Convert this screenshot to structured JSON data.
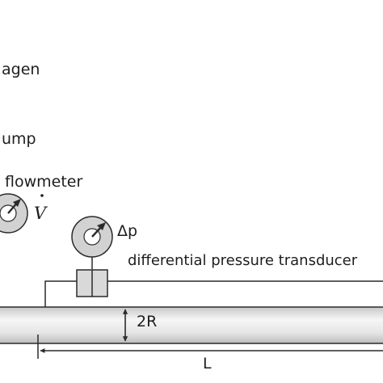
{
  "labels": {
    "collagen": "agen",
    "pump": "ump",
    "flowmeter": "flowmeter",
    "flow_rate_symbol": "V",
    "pressure_drop": "Δp",
    "transducer": "differential pressure transducer",
    "radius": "2R",
    "length": "L"
  },
  "colors": {
    "line": "#2a2a2a",
    "gauge_fill": "#d2d2d2",
    "pipe_light": "#f4f4f4",
    "pipe_dark": "#c9c9c9"
  }
}
